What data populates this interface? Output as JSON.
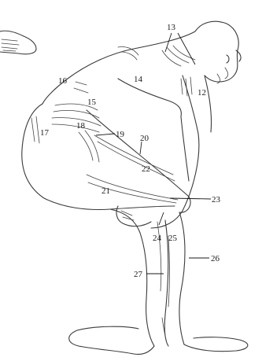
{
  "figure": {
    "labels": [
      "13",
      "12",
      "14",
      "16",
      "15",
      "17",
      "18",
      "19",
      "20",
      "22",
      "21",
      "23",
      "24",
      "25",
      "26",
      "27"
    ]
  }
}
